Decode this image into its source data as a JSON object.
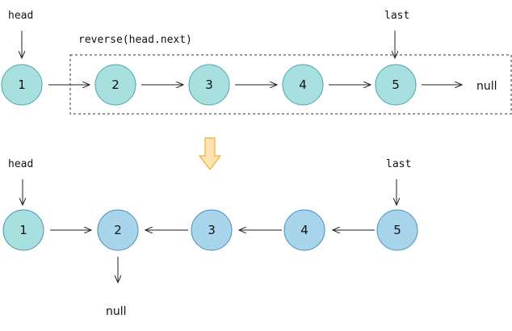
{
  "top_list": {
    "head_label": "head",
    "last_label": "last",
    "box_label": "reverse(head.next)",
    "null_label": "null",
    "nodes": [
      "1",
      "2",
      "3",
      "4",
      "5"
    ]
  },
  "bottom_list": {
    "head_label": "head",
    "last_label": "last",
    "null_label": "null",
    "nodes": [
      "1",
      "2",
      "3",
      "4",
      "5"
    ]
  },
  "colors": {
    "top_node_fill": "#a8e0e0",
    "top_node_stroke": "#4aa6b0",
    "bottom_first_fill": "#a8e0e0",
    "bottom_node_fill": "#a8d4ec",
    "bottom_node_stroke": "#4a8fb8",
    "down_arrow_fill": "#fde4b0",
    "down_arrow_stroke": "#f0ad3c"
  }
}
